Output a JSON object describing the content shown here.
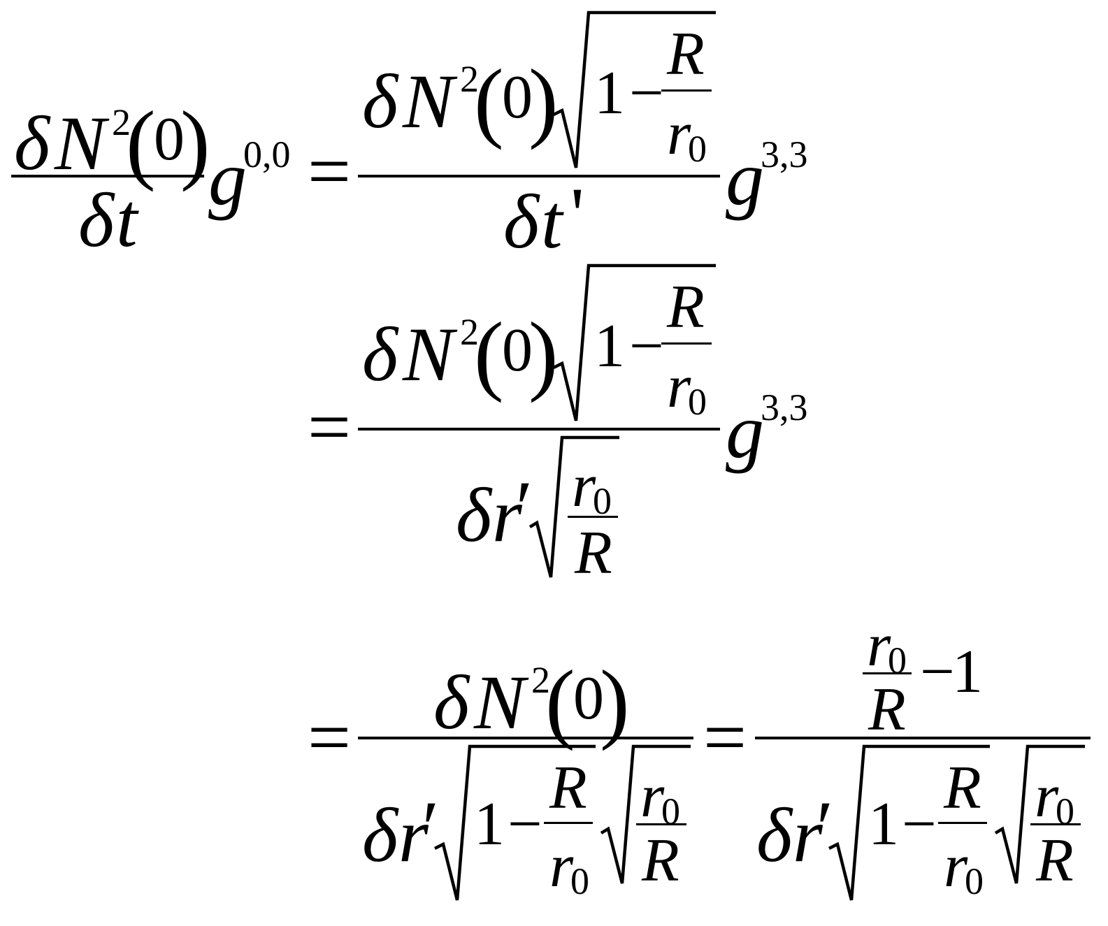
{
  "equation": {
    "delta": "δ",
    "N": "N",
    "t": "t",
    "r": "r",
    "R": "R",
    "g": "g",
    "g_sup_00": "0,0",
    "g_sup_33": "3,3",
    "two": "2",
    "zero": "0",
    "sub_zero": "0",
    "one": "1",
    "lparen": "(",
    "rparen": ")",
    "minus": "−",
    "equals": "=",
    "prime_straight": "'",
    "prime": "′"
  }
}
